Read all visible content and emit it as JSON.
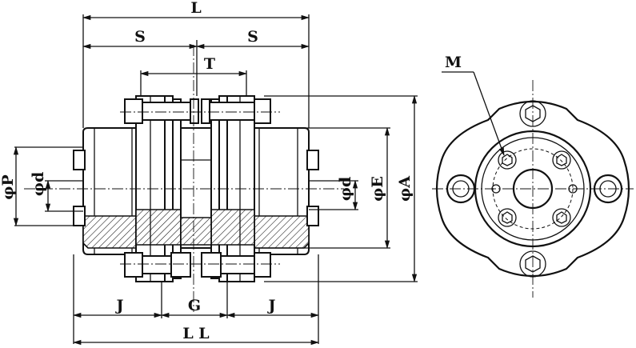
{
  "labels": {
    "L": "L",
    "S_left": "S",
    "S_right": "S",
    "T": "T",
    "M": "M",
    "phiP": "φP",
    "phid_left": "φd",
    "phid_right": "φd",
    "phiE": "φE",
    "phiA": "φA",
    "J_left": "J",
    "G": "G",
    "J_right": "J",
    "LL": "L L"
  }
}
